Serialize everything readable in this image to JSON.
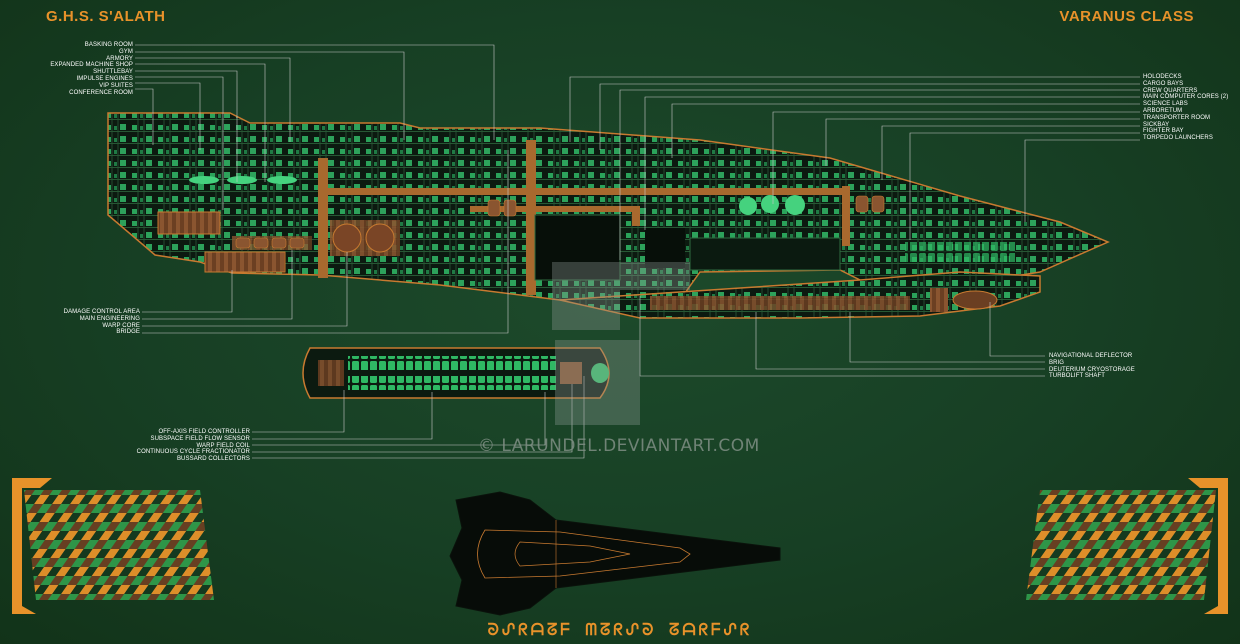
{
  "title_left": "G.H.S. S'ALATH",
  "title_right": "VARANUS CLASS",
  "labels_top_left": [
    "BASKING ROOM",
    "GYM",
    "ARMORY",
    "EXPANDED MACHINE SHOP",
    "SHUTTLEBAY",
    "IMPULSE ENGINES",
    "VIP SUITES",
    "CONFERENCE ROOM"
  ],
  "labels_top_right": [
    "HOLODECKS",
    "CARGO BAYS",
    "CREW QUARTERS",
    "MAIN COMPUTER CORES (2)",
    "SCIENCE LABS",
    "ARBORETUM",
    "TRANSPORTER ROOM",
    "SICKBAY",
    "FIGHTER BAY",
    "TORPEDO LAUNCHERS"
  ],
  "labels_mid_left": [
    "DAMAGE CONTROL AREA",
    "MAIN ENGINEERING",
    "WARP CORE",
    "BRIDGE"
  ],
  "labels_mid_right": [
    "NAVIGATIONAL DEFLECTOR",
    "BRIG",
    "DEUTERIUM CRYOSTORAGE",
    "TURBOLIFT SHAFT"
  ],
  "labels_bottom_left": [
    "OFF-AXIS FIELD CONTROLLER",
    "SUBSPACE FIELD FLOW SENSOR",
    "WARP FIELD COIL",
    "CONTINUOUS CYCLE FRACTIONATOR",
    "BUSSARD COLLECTORS"
  ],
  "watermark": "© LARUNDEL.DEVIANTART.COM",
  "colors": {
    "background": "#163d22",
    "accent_orange": "#e8922a",
    "hull": "#0c1a10",
    "hull_outline": "#c87a30",
    "interior_green": "#36c46e",
    "brown": "#6b3f22"
  }
}
